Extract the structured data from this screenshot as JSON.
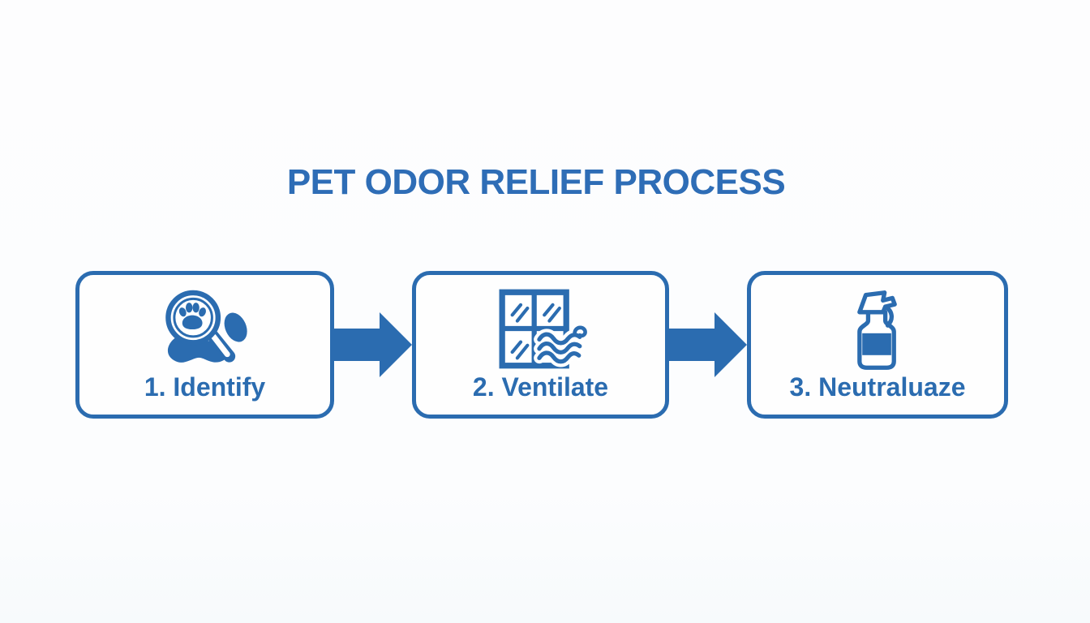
{
  "colors": {
    "accent": "#2b6cb0",
    "title": "#2e6db6",
    "background": "#fcfdfe",
    "card_background": "#fefefe"
  },
  "header": {
    "title": "PET ODOR RELIEF PROCESS"
  },
  "process": {
    "steps": [
      {
        "number": "1",
        "label": "1. Identify",
        "icon": "paw-magnifier-icon"
      },
      {
        "number": "2",
        "label": "2. Ventilate",
        "icon": "window-airflow-icon"
      },
      {
        "number": "3",
        "label": "3. Neutraluaze",
        "icon": "spray-bottle-icon"
      }
    ],
    "connectors": [
      {
        "name": "arrow-right-1",
        "direction": "right"
      },
      {
        "name": "arrow-right-2",
        "direction": "right"
      }
    ]
  }
}
